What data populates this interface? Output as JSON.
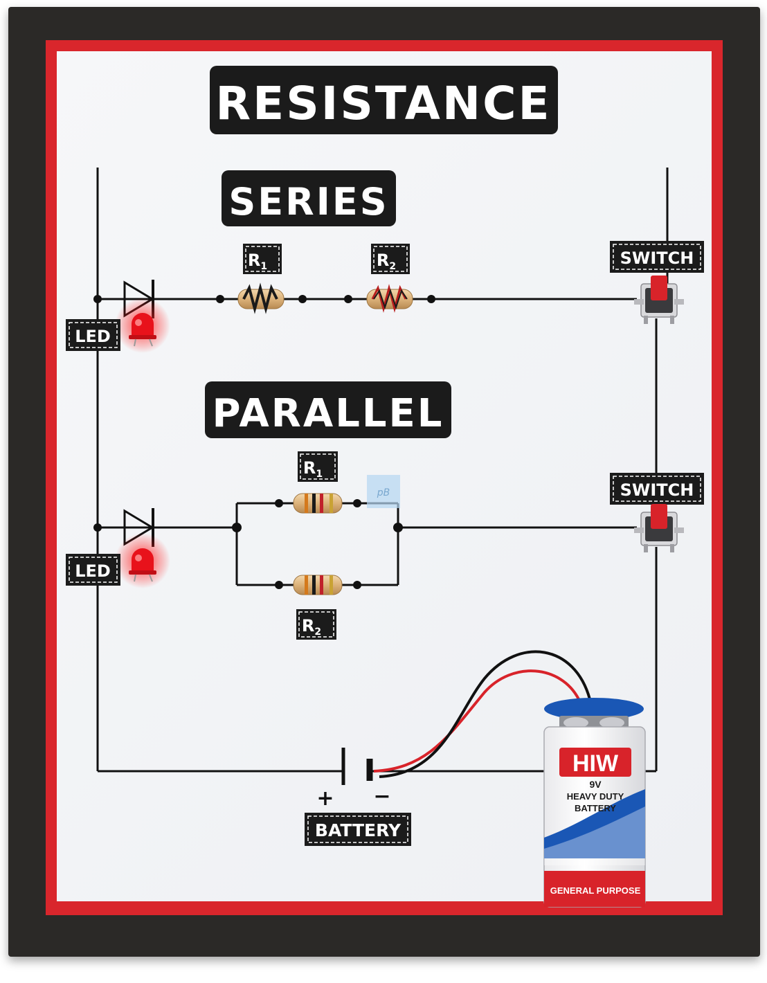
{
  "title": "RESISTANCE",
  "sections": {
    "series": {
      "heading": "SERIES",
      "r1": "R",
      "r1_sub": "1",
      "r2": "R",
      "r2_sub": "2",
      "led_label": "LED",
      "switch_label": "SWITCH"
    },
    "parallel": {
      "heading": "PARALLEL",
      "r1": "R",
      "r1_sub": "1",
      "r2": "R",
      "r2_sub": "2",
      "led_label": "LED",
      "switch_label": "SWITCH"
    }
  },
  "battery_symbol": {
    "label": "BATTERY",
    "plus": "+",
    "minus": "−"
  },
  "battery_9v": {
    "brand": "HIW",
    "voltage": "9V",
    "line1": "HEAVY DUTY",
    "line2": "BATTERY",
    "footer": "GENERAL PURPOSE"
  },
  "watermark": "pB",
  "colors": {
    "board": "#2b2927",
    "mat": "#d9262c",
    "paper": "#f3f4f6",
    "wire": "#111111",
    "led_red": "#e8121b",
    "battery_blue": "#1a57b5",
    "battery_red": "#d8232a"
  }
}
